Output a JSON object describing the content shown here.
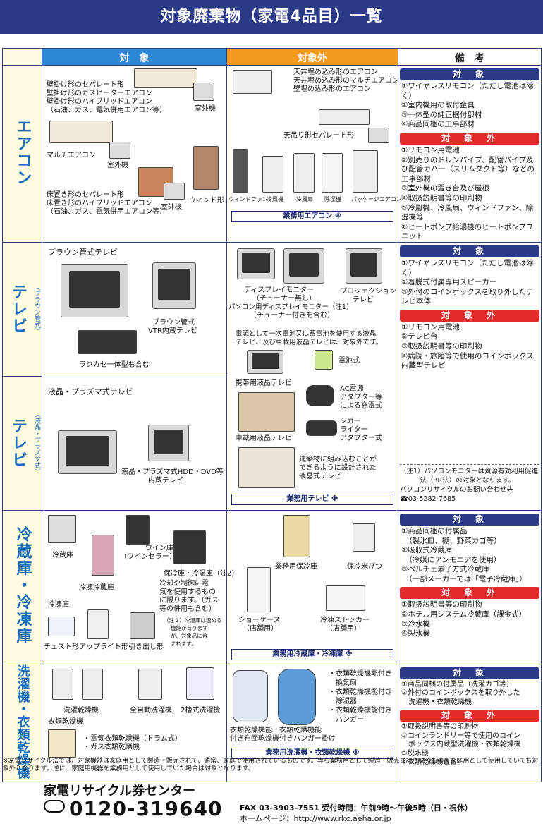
{
  "title": "対象廃棄物（家電4品目）一覧",
  "headers": {
    "target": "対　象",
    "excluded": "対象外",
    "notes": "備　考"
  },
  "labels": {
    "target": "対　象",
    "excluded": "対　象　外"
  },
  "aircon": {
    "category": "エアコン",
    "target": {
      "wall": [
        "壁掛け形のセパレート形",
        "壁掛け形のガスヒーターエアコン",
        "壁掛け形のハイブリッドエアコン",
        "（石油、ガス、電気併用エアコン等）"
      ],
      "outdoor1": "室外機",
      "multi": "マルチエアコン",
      "outdoor2": "室外機",
      "floor": [
        "床置き形のセパレート形",
        "床置き形のハイブリッドエアコン",
        "（石油、ガス、電気併用エアコン等）"
      ],
      "outdoor3": "室外機",
      "window": "ウィンド形"
    },
    "excluded": {
      "ceiling": [
        "天井埋め込み形のエアコン",
        "天井埋め込み形のマルチエアコン",
        "壁埋め込み形のエアコン"
      ],
      "hanging": "天吊り形セパレート形",
      "items": [
        "ウィンドファン",
        "冷風機",
        "冷風扇",
        "除湿機",
        "パッケージエアコン"
      ],
      "business": "業務用エアコン ※"
    },
    "notes": {
      "target": [
        "①ワイヤレスリモコン（ただし電池は除く）",
        "②室内機用の取付金具",
        "③一体型の純正据付部材",
        "④商品同梱の工事部材"
      ],
      "excluded": [
        "①リモコン用電池",
        "②別売りのドレンパイプ、配管パイプ及び配管カバー（スリムダクト等）などの工事部材",
        "③室外機の置き台及び屋根",
        "④取扱説明書等の印刷物",
        "⑤冷風機、冷風扇、ウィンドファン、除湿機等",
        "⑥ヒートポンプ給湯機のヒートポンプユニット"
      ]
    }
  },
  "tv": {
    "category1": "テレビ",
    "sub1": "（ブラウン管式）",
    "category2": "テレビ",
    "sub2": "（液晶・プラズマ式）",
    "target": {
      "crt_title": "ブラウン管式テレビ",
      "crt_vtr": [
        "ブラウン管式",
        "VTR内蔵テレビ"
      ],
      "radio": "ラジカセ一体型も含む",
      "lcd_title": "液晶・プラズマ式テレビ",
      "lcd_hdd": [
        "液晶・プラズマ式HDD・DVD等",
        "内蔵テレビ"
      ]
    },
    "excluded": {
      "monitor": [
        "ディスプレイモニター",
        "（チューナー無し）",
        "パソコン用ディスプレイモニター（注1）",
        "（チューナー付きを含む）"
      ],
      "projection": [
        "プロジェクション",
        "テレビ"
      ],
      "battery_note": [
        "電源として一次電池又は蓄電池を使用する液晶",
        "テレビ、及び車載用液晶テレビは、対象外です。"
      ],
      "battery": "電池式",
      "portable": "携帯用液晶テレビ",
      "ac": [
        "AC電源",
        "アダプター等",
        "による充電式"
      ],
      "car": "車載用液晶テレビ",
      "cigar": [
        "シガー",
        "ライター",
        "アダプター式"
      ],
      "built": [
        "建築物に組み込むことが",
        "できるように設計された",
        "液晶式テレビ"
      ],
      "business": "業務用テレビ ※"
    },
    "notes": {
      "target": [
        "①ワイヤレスリモコン（ただし電池は除く）",
        "②着脱式付属専用スピーカー",
        "③外付のコインボックスを取り外したテレビ本体"
      ],
      "excluded": [
        "①リモコン用電池",
        "②テレビ台",
        "③取扱説明書等の印刷物",
        "④病院・旅館等で使用のコインボックス内蔵型テレビ"
      ],
      "footnote": [
        "（注1）パソコンモニターは資源有効利用促進",
        "　　　法（3R法）の対象となります。",
        "パソコンリサイクルのお問い合わせ先",
        "☎03-5282-7685"
      ]
    }
  },
  "fridge": {
    "category": "冷蔵庫・冷凍庫",
    "target": {
      "fridge": "冷蔵庫",
      "wine": [
        "ワイン庫",
        "（ワインセラー）"
      ],
      "freezer_fridge": "冷凍冷蔵庫",
      "warm": "保冷庫・冷温庫（注2）",
      "warm_desc": [
        "冷却や制御に電",
        "気を使用するもの",
        "に限ります。（ガス",
        "等の併用も含む）"
      ],
      "note2": [
        "（注２）冷温庫は温める",
        "機能が有ります",
        "が、対象品に含",
        "まれます。"
      ],
      "freezer": "冷凍庫",
      "types": [
        "チェスト形",
        "アップライト形",
        "引き出し形"
      ]
    },
    "excluded": {
      "biz_cold": "業務用保冷庫",
      "rice": "保冷米びつ",
      "showcase": [
        "ショーケース",
        "（店舗用）"
      ],
      "stocker": [
        "冷凍ストッカー",
        "（店舗用）"
      ],
      "business": "業務用冷蔵庫・冷凍庫 ※"
    },
    "notes": {
      "target": [
        "①商品同梱の付属品",
        "　（製氷皿、棚、野菜カゴ等）",
        "②吸収式冷蔵庫",
        "　（冷媒にアンモニアを使用）",
        "③ペルチェ素子方式冷蔵庫",
        "　（一部メーカーでは「電子冷蔵庫」）"
      ],
      "excluded": [
        "①取扱説明書等の印刷物",
        "②ホテル用システム冷蔵庫（課金式）",
        "③冷水機",
        "④製氷機"
      ]
    }
  },
  "washer": {
    "category": "洗濯機・衣類乾燥機",
    "target": {
      "washer_dryer": "洗濯乾燥機",
      "auto": "全自動洗濯機",
      "twin": "2槽式洗濯機",
      "dryer": "衣類乾燥機",
      "dryer_types": [
        "・電気衣類乾燥機（ドラム式）",
        "・ガス衣類乾燥機"
      ]
    },
    "excluded": {
      "futon": [
        "衣類乾燥機能",
        "付き布団乾燥機"
      ],
      "hanger": [
        "衣類乾燥機能",
        "付きハンガー掛け"
      ],
      "list": [
        "・衣類乾燥機能付き",
        "　換気扇",
        "・衣類乾燥機能付き",
        "　除湿器",
        "・衣類乾燥機能付き",
        "　ハンガー"
      ],
      "business": "業務用洗濯機・衣類乾燥機 ※"
    },
    "notes": {
      "target": [
        "①商品同梱の付属品（洗濯カゴ等）",
        "②外付のコインボックスを取り外した",
        "　洗濯機・衣類乾燥機"
      ],
      "excluded": [
        "①取扱説明書等の印刷物",
        "②コインランドリー等で使用のコイン",
        "　ボックス内蔵型洗濯機・衣類乾燥機",
        "③脱水機",
        "④衣類乾燥機置台"
      ]
    }
  },
  "footnote": "※家電リサイクル法では、対象機器は家庭用として製造・販売されて、通常、家庭で使用されているものです。専ら業務用として製造・販売されているものを家庭用として使用していても対象外となります。逆に、家庭用機器を業務用として使用していた場合は対象となります。",
  "footer": {
    "center": "家電リサイクル券センター",
    "phone": "0120-319640",
    "fax": "FAX 03-3903-7551 受付時間：午前9時〜午後5時（日・祝休）",
    "web": "ホームページ：http://www.rkc.aeha.or.jp"
  }
}
